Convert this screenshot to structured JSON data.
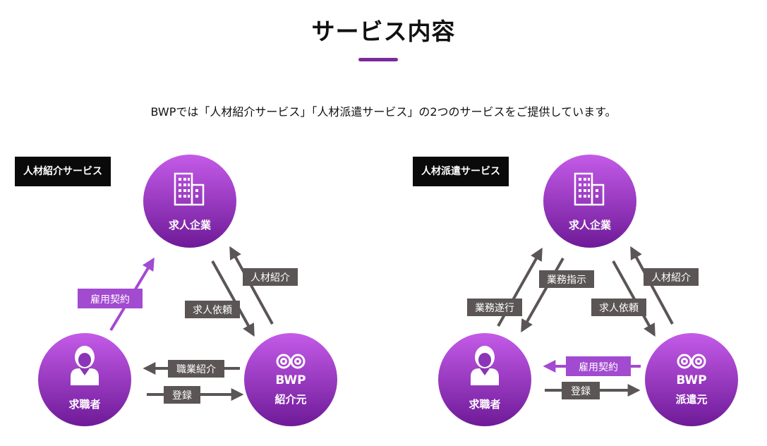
{
  "page": {
    "title": "サービス内容",
    "intro": "BWPでは「人材紹介サービス」「人材派遣サービス」の2つのサービスをご提供しています。",
    "accent": "#7a2a9a"
  },
  "introduction_service": {
    "tag": "人材紹介サービス",
    "company": "求人企業",
    "seeker": "求職者",
    "bwp_logo": "BWP",
    "bwp_role": "紹介元",
    "label_referral": "人材紹介",
    "label_request": "求人依頼",
    "label_contract": "雇用契約",
    "label_job_intro": "職業紹介",
    "label_register": "登録"
  },
  "dispatch_service": {
    "tag": "人材派遣サービス",
    "company": "求人企業",
    "seeker": "求職者",
    "bwp_logo": "BWP",
    "bwp_role": "派遣元",
    "label_execution": "業務遂行",
    "label_instruction": "業務指示",
    "label_referral": "人材紹介",
    "label_request": "求人依頼",
    "label_contract": "雇用契約",
    "label_register": "登録"
  },
  "colors": {
    "node_gradient_light": "#c45be8",
    "node_gradient_dark": "#6e1a98",
    "label_gray": "#5b5556",
    "arrow_gray": "#5b5556",
    "arrow_purple": "#a24ad0",
    "label_purple": "#a24ad0"
  }
}
